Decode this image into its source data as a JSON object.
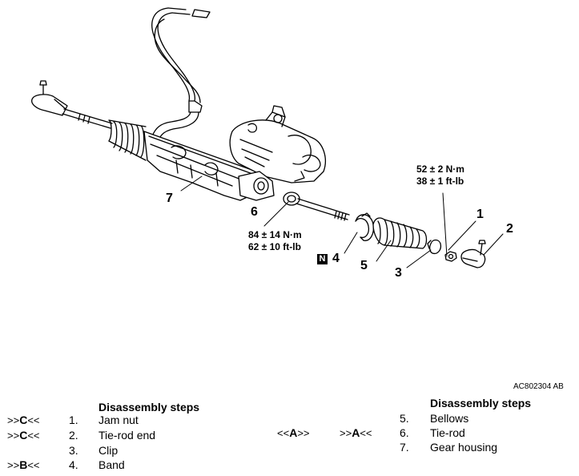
{
  "callouts": {
    "c1": "1",
    "c2": "2",
    "c3": "3",
    "c4": "4",
    "c5": "5",
    "c6": "6",
    "c7": "7",
    "n_mark": "N"
  },
  "torques": {
    "tie_rod_end_nut": [
      "52 ± 2 N·m",
      "38 ± 1 ft-lb"
    ],
    "tie_rod": [
      "84 ± 14 N·m",
      "62 ± 10 ft-lb"
    ]
  },
  "figure_id": "AC802304 AB",
  "steps_title": "Disassembly steps",
  "left_steps": [
    {
      "ref": ">>C<<",
      "num": "1.",
      "name": "Jam nut"
    },
    {
      "ref": ">>C<<",
      "num": "2.",
      "name": "Tie-rod end"
    },
    {
      "ref": "",
      "num": "3.",
      "name": "Clip"
    },
    {
      "ref": ">>B<<",
      "num": "4.",
      "name": "Band"
    }
  ],
  "right_steps": [
    {
      "ref_a": "",
      "ref_b": "",
      "num": "5.",
      "name": "Bellows"
    },
    {
      "ref_a": "<<A>>",
      "ref_b": ">>A<<",
      "num": "6.",
      "name": "Tie-rod"
    },
    {
      "ref_a": "",
      "ref_b": "",
      "num": "7.",
      "name": "Gear housing"
    }
  ]
}
